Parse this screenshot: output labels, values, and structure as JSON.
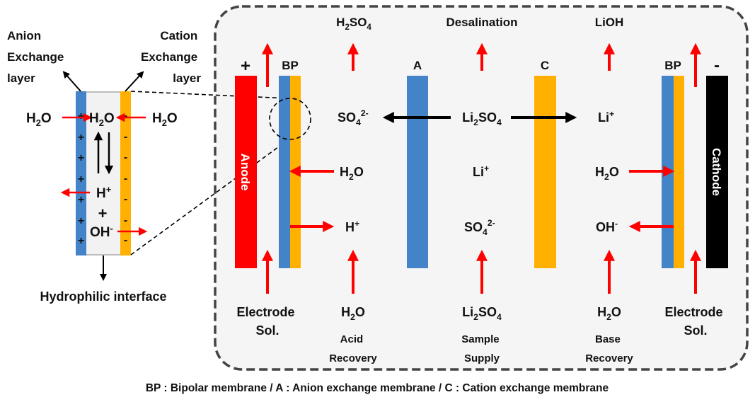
{
  "colors": {
    "anode": "#ff0000",
    "cathode": "#000000",
    "anion_membrane": "#4383c8",
    "cation_membrane": "#ffb000",
    "flow_arrow": "#ff0000",
    "ion_arrow": "#000000",
    "panel_background": "#f5f5f5",
    "panel_border": "#444444"
  },
  "zoom_inset": {
    "anion_layer_label": [
      "Anion",
      "Exchange",
      "layer"
    ],
    "cation_layer_label": [
      "Cation",
      "Exchange",
      "layer"
    ],
    "water_left": {
      "base": "H",
      "sub": "2",
      "tail": "O"
    },
    "water_center": {
      "base": "H",
      "sub": "2",
      "tail": "O"
    },
    "water_right": {
      "base": "H",
      "sub": "2",
      "tail": "O"
    },
    "proton": {
      "base": "H",
      "sup": "+"
    },
    "plus_sign": "+",
    "hydroxide": {
      "base": "OH",
      "sup": "-"
    },
    "anion_layer_charge": "+",
    "cation_layer_charge": "-",
    "interface_label": "Hydrophilic interface"
  },
  "cell": {
    "top_products": {
      "acid": {
        "p1": "H",
        "s1": "2",
        "p2": "SO",
        "s2": "4"
      },
      "desalination": "Desalination",
      "base": "LiOH"
    },
    "anode": {
      "label": "Anode",
      "polarity": "+"
    },
    "cathode": {
      "label": "Cathode",
      "polarity": "-"
    },
    "membranes": {
      "bp_left": "BP",
      "anion": "A",
      "cation": "C",
      "bp_right": "BP"
    },
    "ions": {
      "sulfate_acid": {
        "base": "SO",
        "sub": "4",
        "sup": "2-"
      },
      "feed_salt": {
        "p1": "Li",
        "s1": "2",
        "p2": "SO",
        "s2": "4"
      },
      "lithium_base": {
        "base": "Li",
        "sup": "+"
      },
      "water_acid": {
        "base": "H",
        "sub": "2",
        "tail": "O"
      },
      "lithium_feed": {
        "base": "Li",
        "sup": "+"
      },
      "water_base": {
        "base": "H",
        "sub": "2",
        "tail": "O"
      },
      "proton_acid": {
        "base": "H",
        "sup": "+"
      },
      "sulfate_feed": {
        "base": "SO",
        "sub": "4",
        "sup": "2-"
      },
      "hydroxide_base": {
        "base": "OH",
        "sup": "-"
      }
    },
    "inlets": {
      "electrode_left": [
        "Electrode",
        "Sol."
      ],
      "acid": {
        "chem": {
          "base": "H",
          "sub": "2",
          "tail": "O"
        },
        "desc": [
          "Acid",
          "Recovery"
        ]
      },
      "sample": {
        "chem": {
          "p1": "Li",
          "s1": "2",
          "p2": "SO",
          "s2": "4"
        },
        "desc": [
          "Sample",
          "Supply"
        ]
      },
      "base": {
        "chem": {
          "base": "H",
          "sub": "2",
          "tail": "O"
        },
        "desc": [
          "Base",
          "Recovery"
        ]
      },
      "electrode_right": [
        "Electrode",
        "Sol."
      ]
    }
  },
  "legend": "BP : Bipolar membrane / A  : Anion exchange membrane / C  : Cation exchange membrane"
}
